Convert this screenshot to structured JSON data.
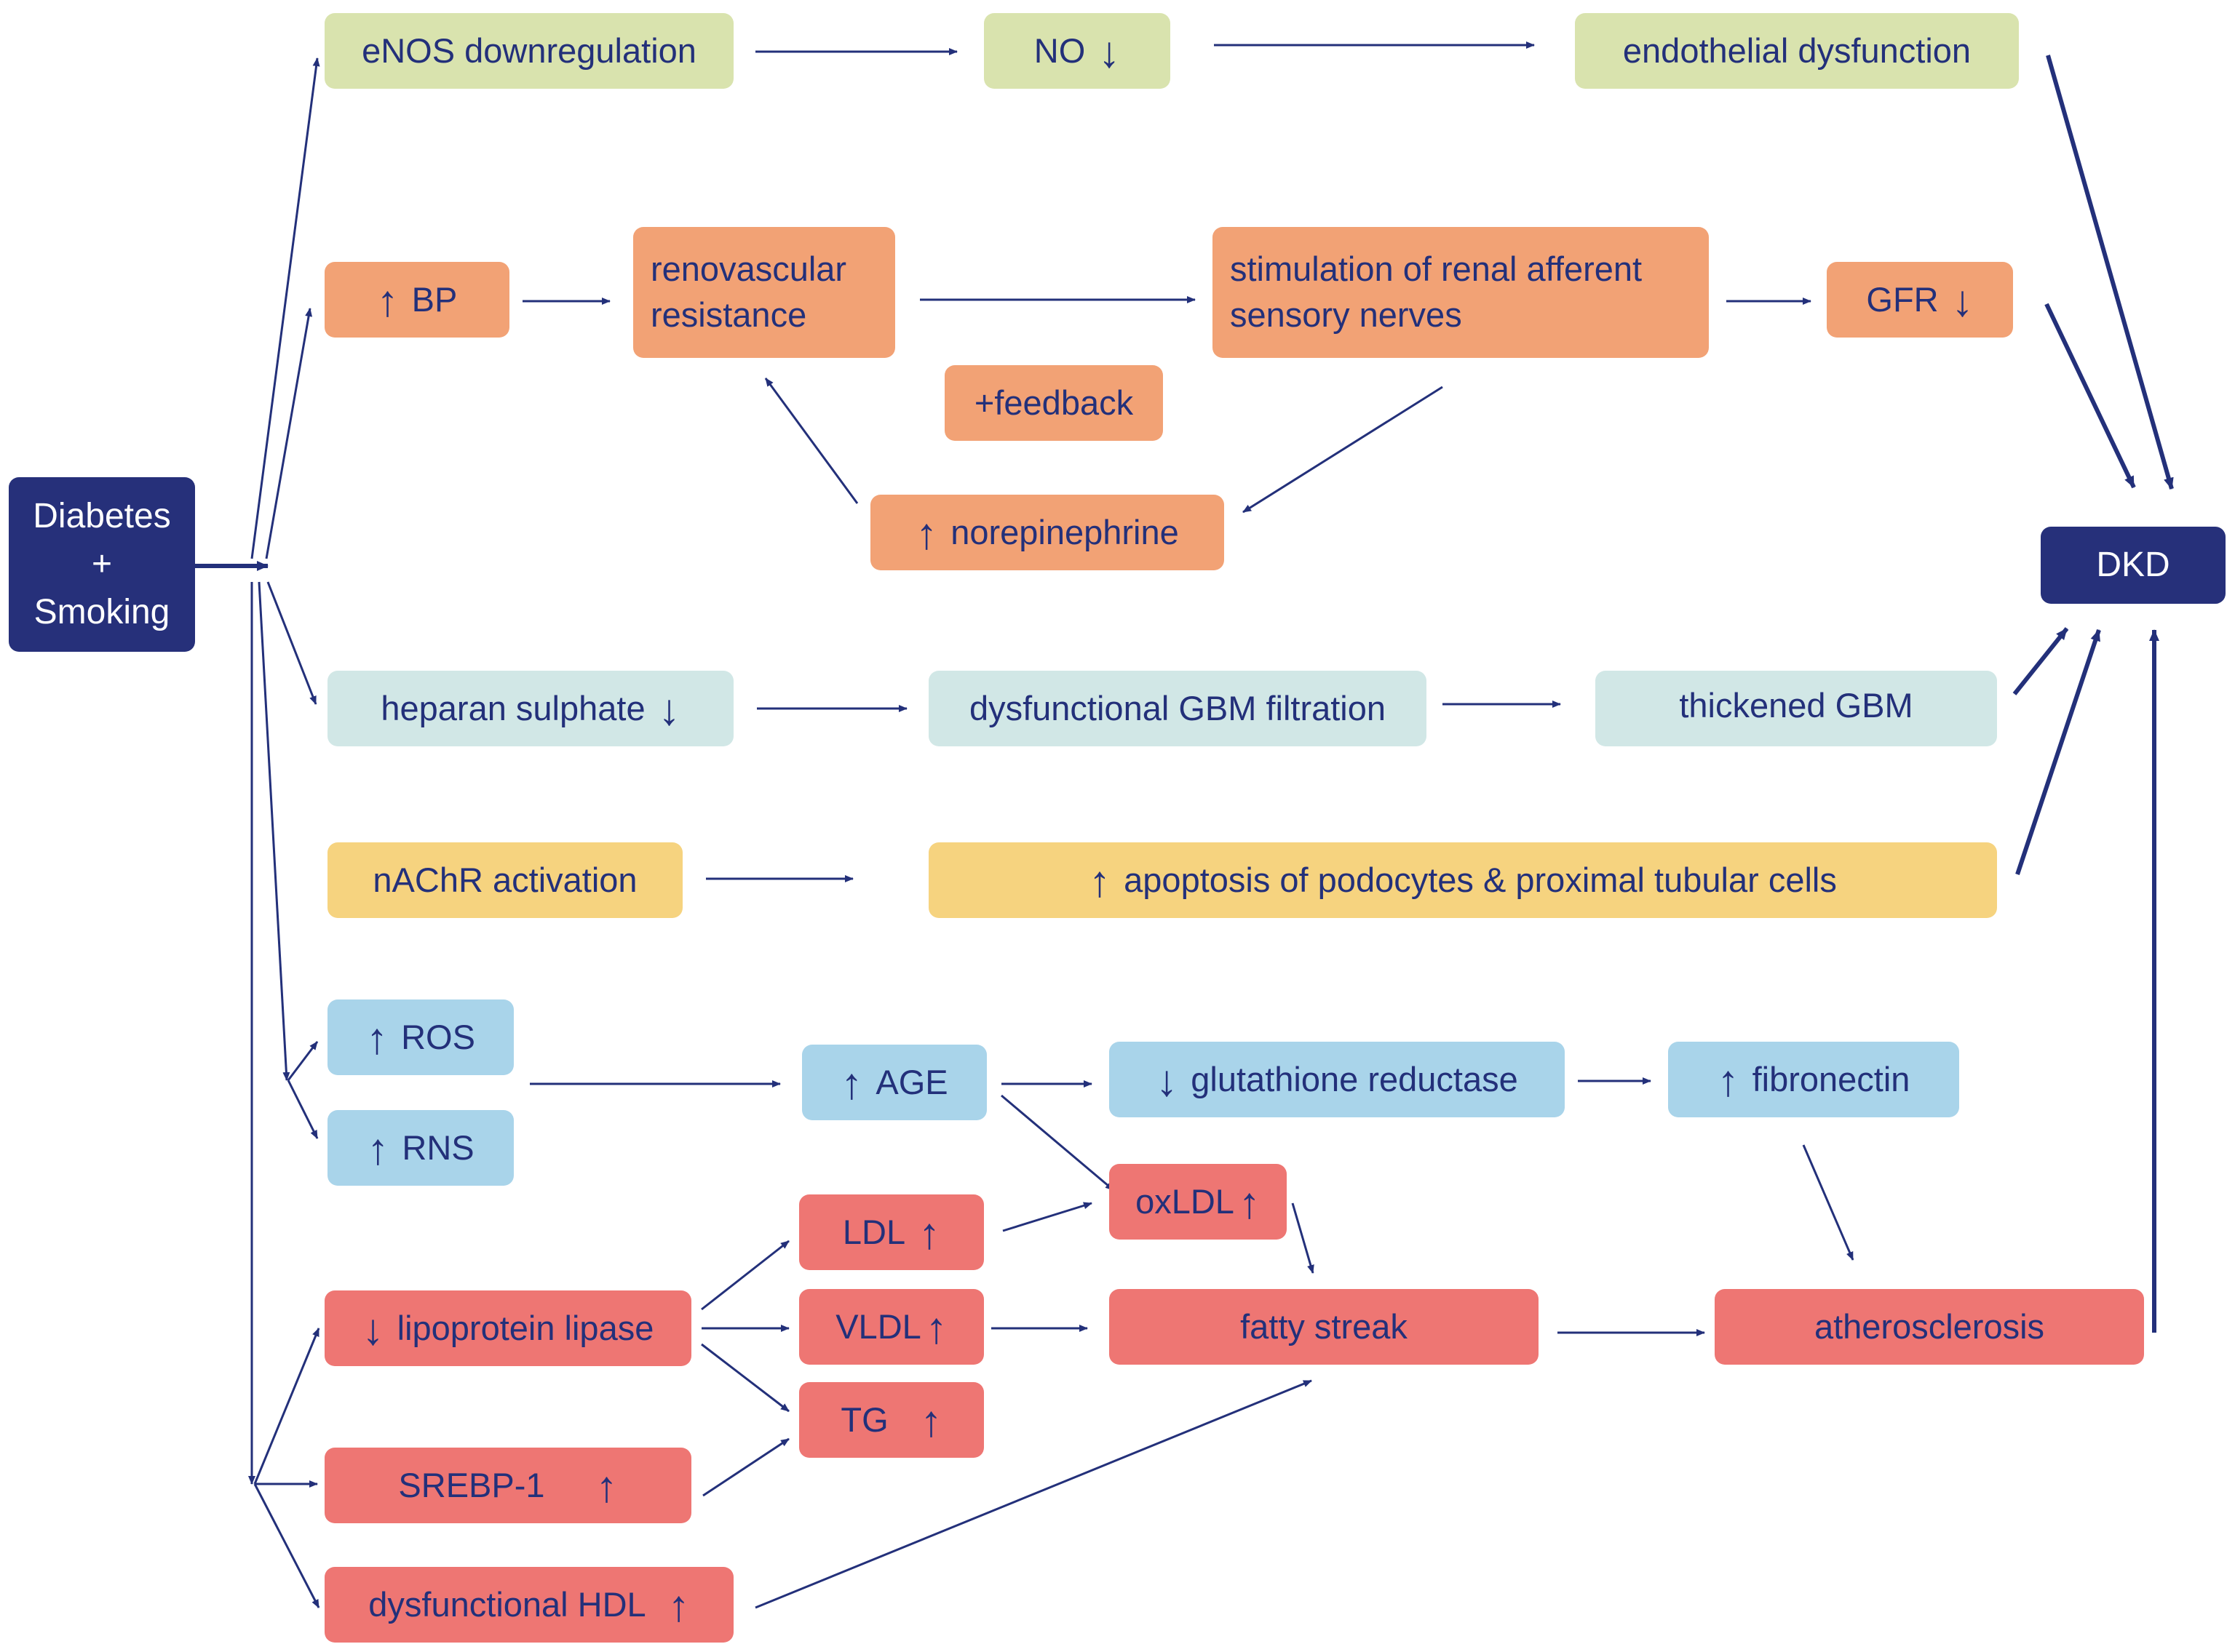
{
  "colors": {
    "text": "#23307a",
    "arrow": "#23307a",
    "navy": "#26307a",
    "endothelial_green": "#d9e3ae",
    "bp_orange": "#f2a275",
    "gbm_teal": "#d1e7e6",
    "nachr_yellow": "#f6d37f",
    "oxidative_blue": "#a9d4ea",
    "lipid_red": "#ee7673"
  },
  "nodes": {
    "diabetes_smoking": {
      "line1": "Diabetes",
      "line2": "+",
      "line3": "Smoking"
    },
    "dkd": "DKD",
    "enos": "eNOS downregulation",
    "no": "NO",
    "endothelial": "endothelial dysfunction",
    "bp": "BP",
    "renovascular": {
      "line1": "renovascular",
      "line2": "resistance"
    },
    "stimulation": {
      "line1": "stimulation of renal afferent",
      "line2": "sensory nerves"
    },
    "gfr": "GFR",
    "feedback": "+feedback",
    "norepinephrine": "norepinephrine",
    "heparan": "heparan sulphate",
    "dys_gbm": "dysfunctional GBM filtration",
    "thick_gbm": "thickened GBM",
    "nachr": "nAChR activation",
    "apoptosis": "apoptosis of podocytes & proximal tubular cells",
    "ros": "ROS",
    "rns": "RNS",
    "age": "AGE",
    "glutathione": "glutathione reductase",
    "fibronectin": "fibronectin",
    "oxldl": "oxLDL",
    "ldl": "LDL",
    "vldl": "VLDL",
    "tg": "TG",
    "lipoprotein_lipase": "lipoprotein lipase",
    "srebp": "SREBP-1",
    "hdl": "dysfunctional HDL",
    "fatty_streak": "fatty streak",
    "atherosclerosis": "atherosclerosis"
  }
}
